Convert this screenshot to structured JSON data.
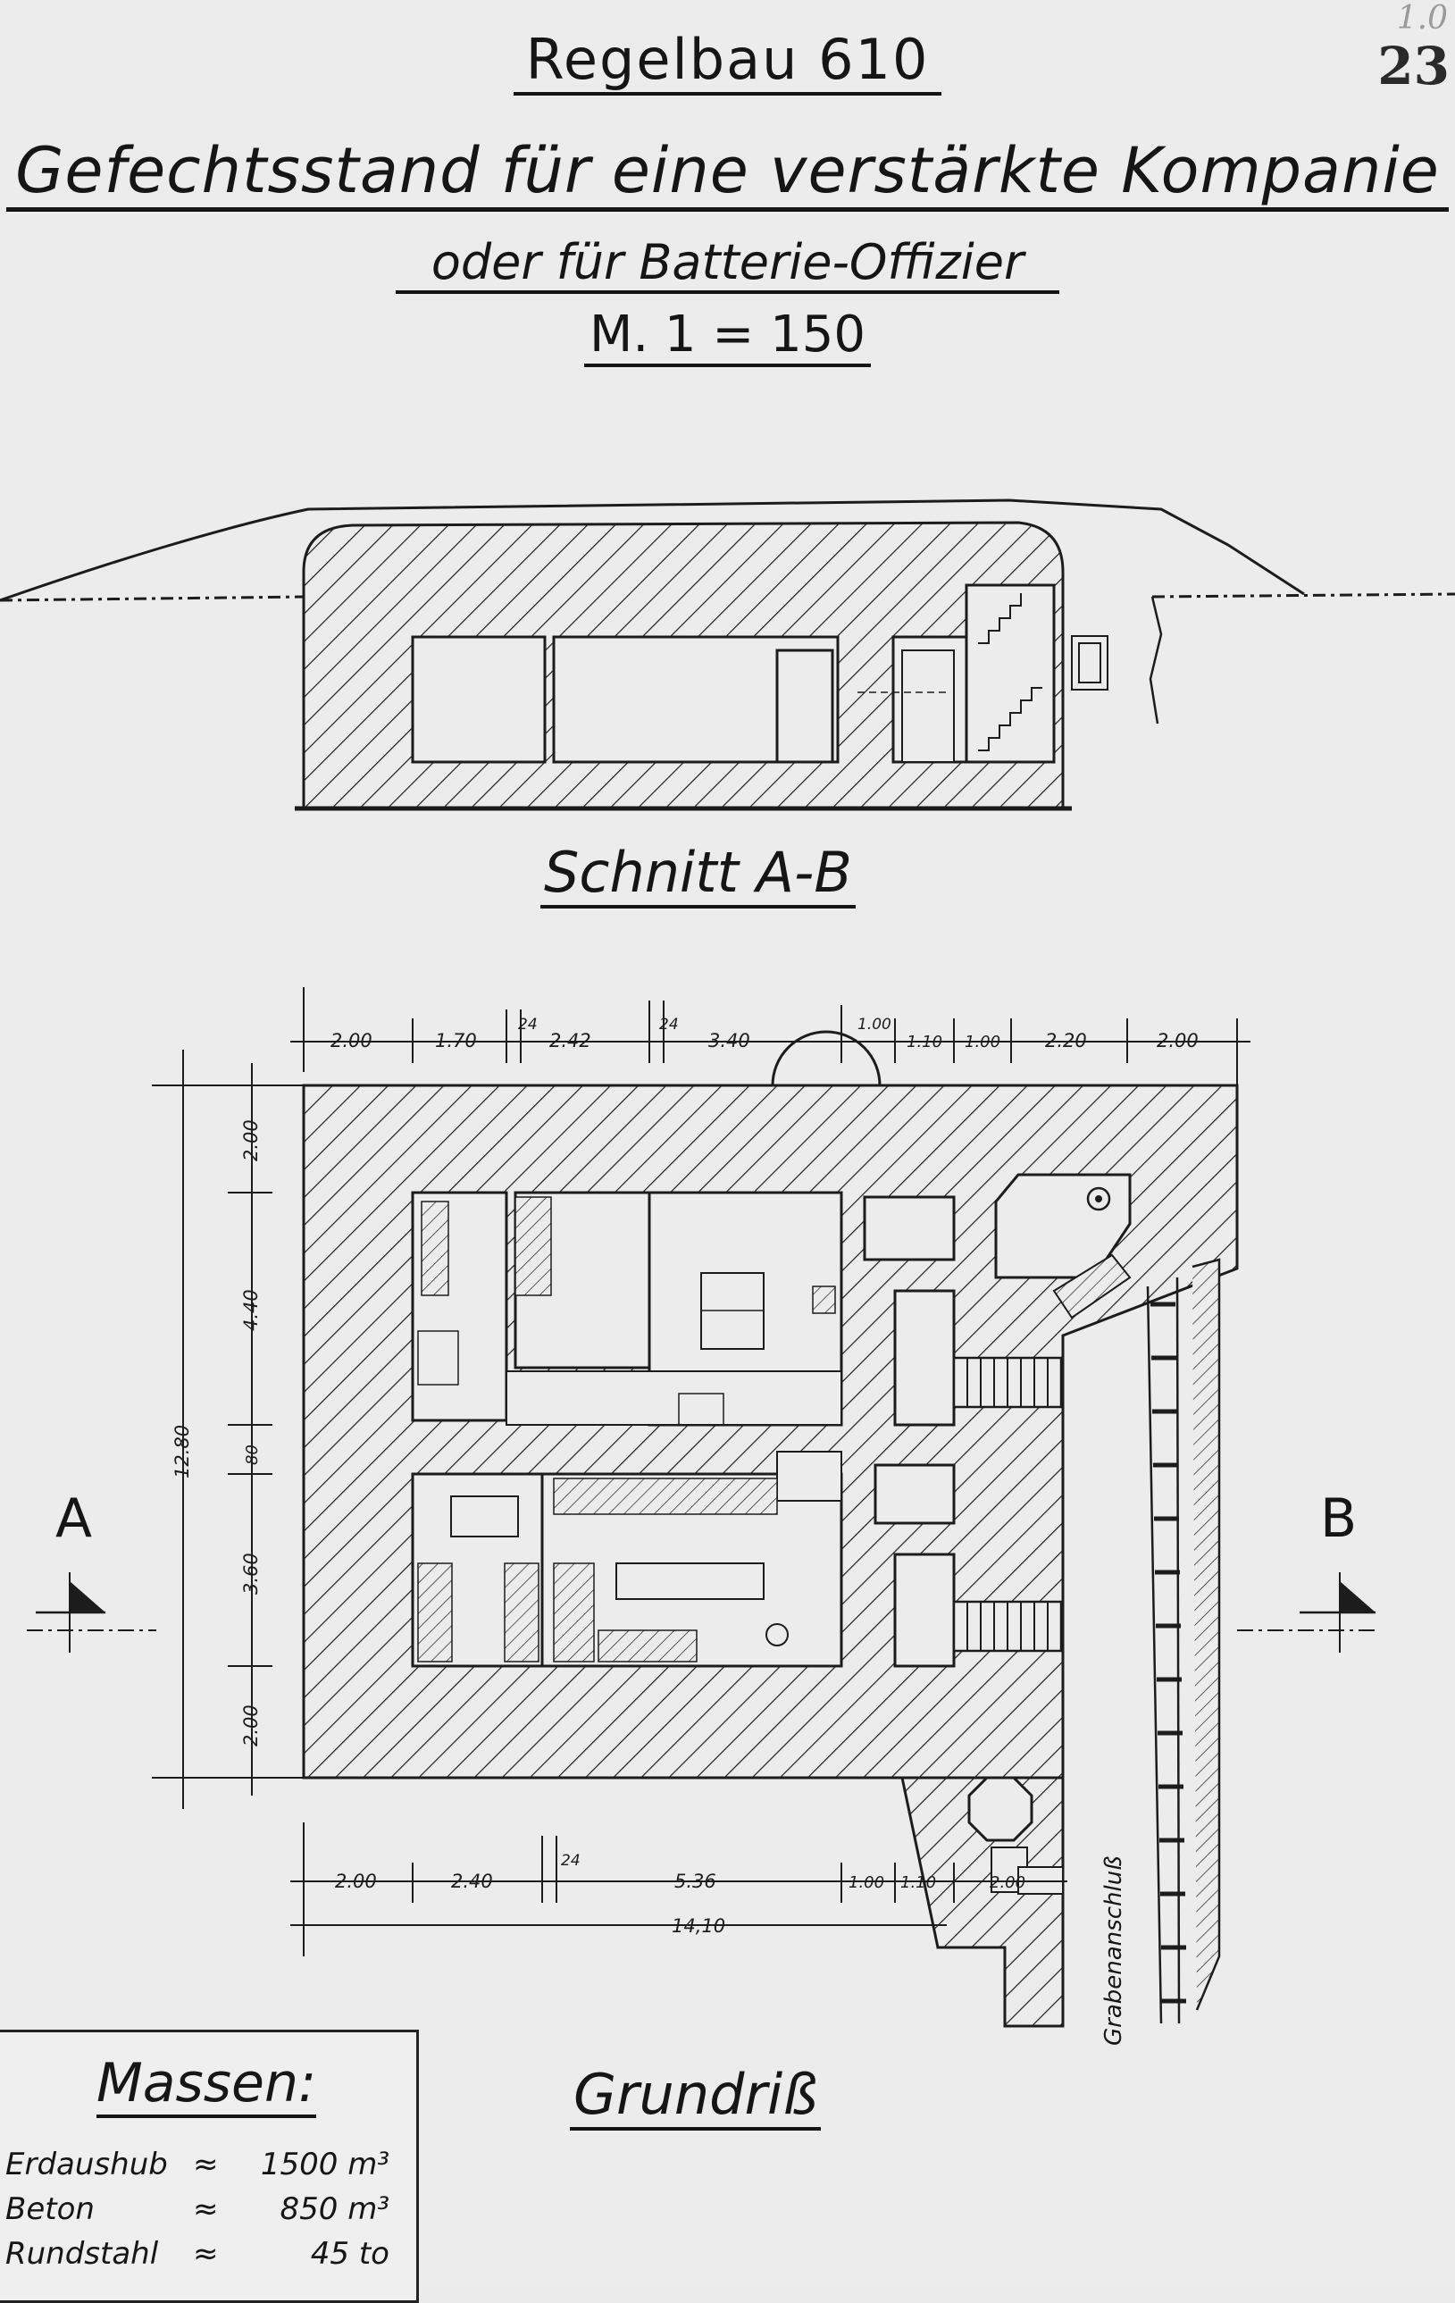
{
  "page_number": "23",
  "corner_stamp": "1.0",
  "title": "Regelbau 610",
  "subtitle": "Gefechtsstand für eine verstärkte Kompanie",
  "subtitle2": "oder für Batterie-Offizier",
  "scale": "M. 1 = 150",
  "section_label": "Schnitt A-B",
  "plan_label": "Grundriß",
  "marker_a": "A",
  "marker_b": "B",
  "trench_label": "Grabenanschluß",
  "top_dims": [
    "2.00",
    "1.70",
    "24",
    "2.42",
    "24",
    "3.40",
    "1.00",
    "1.10",
    "1.00",
    "2.20",
    "2.00"
  ],
  "bottom_dims": [
    "2.00",
    "2.40",
    "24",
    "5.36",
    "1.00",
    "1.10",
    "2.00"
  ],
  "bottom_total": "14,10",
  "left_dims": [
    "2.00",
    "4.40",
    "80",
    "3.60",
    "2.00"
  ],
  "left_total": "12.80",
  "massen": {
    "title": "Massen:",
    "rows": [
      {
        "name": "Erdaushub",
        "sym": "≈",
        "value": "1500 m³"
      },
      {
        "name": "Beton",
        "sym": "≈",
        "value": "850 m³"
      },
      {
        "name": "Rundstahl",
        "sym": "≈",
        "value": "45 to"
      }
    ]
  }
}
